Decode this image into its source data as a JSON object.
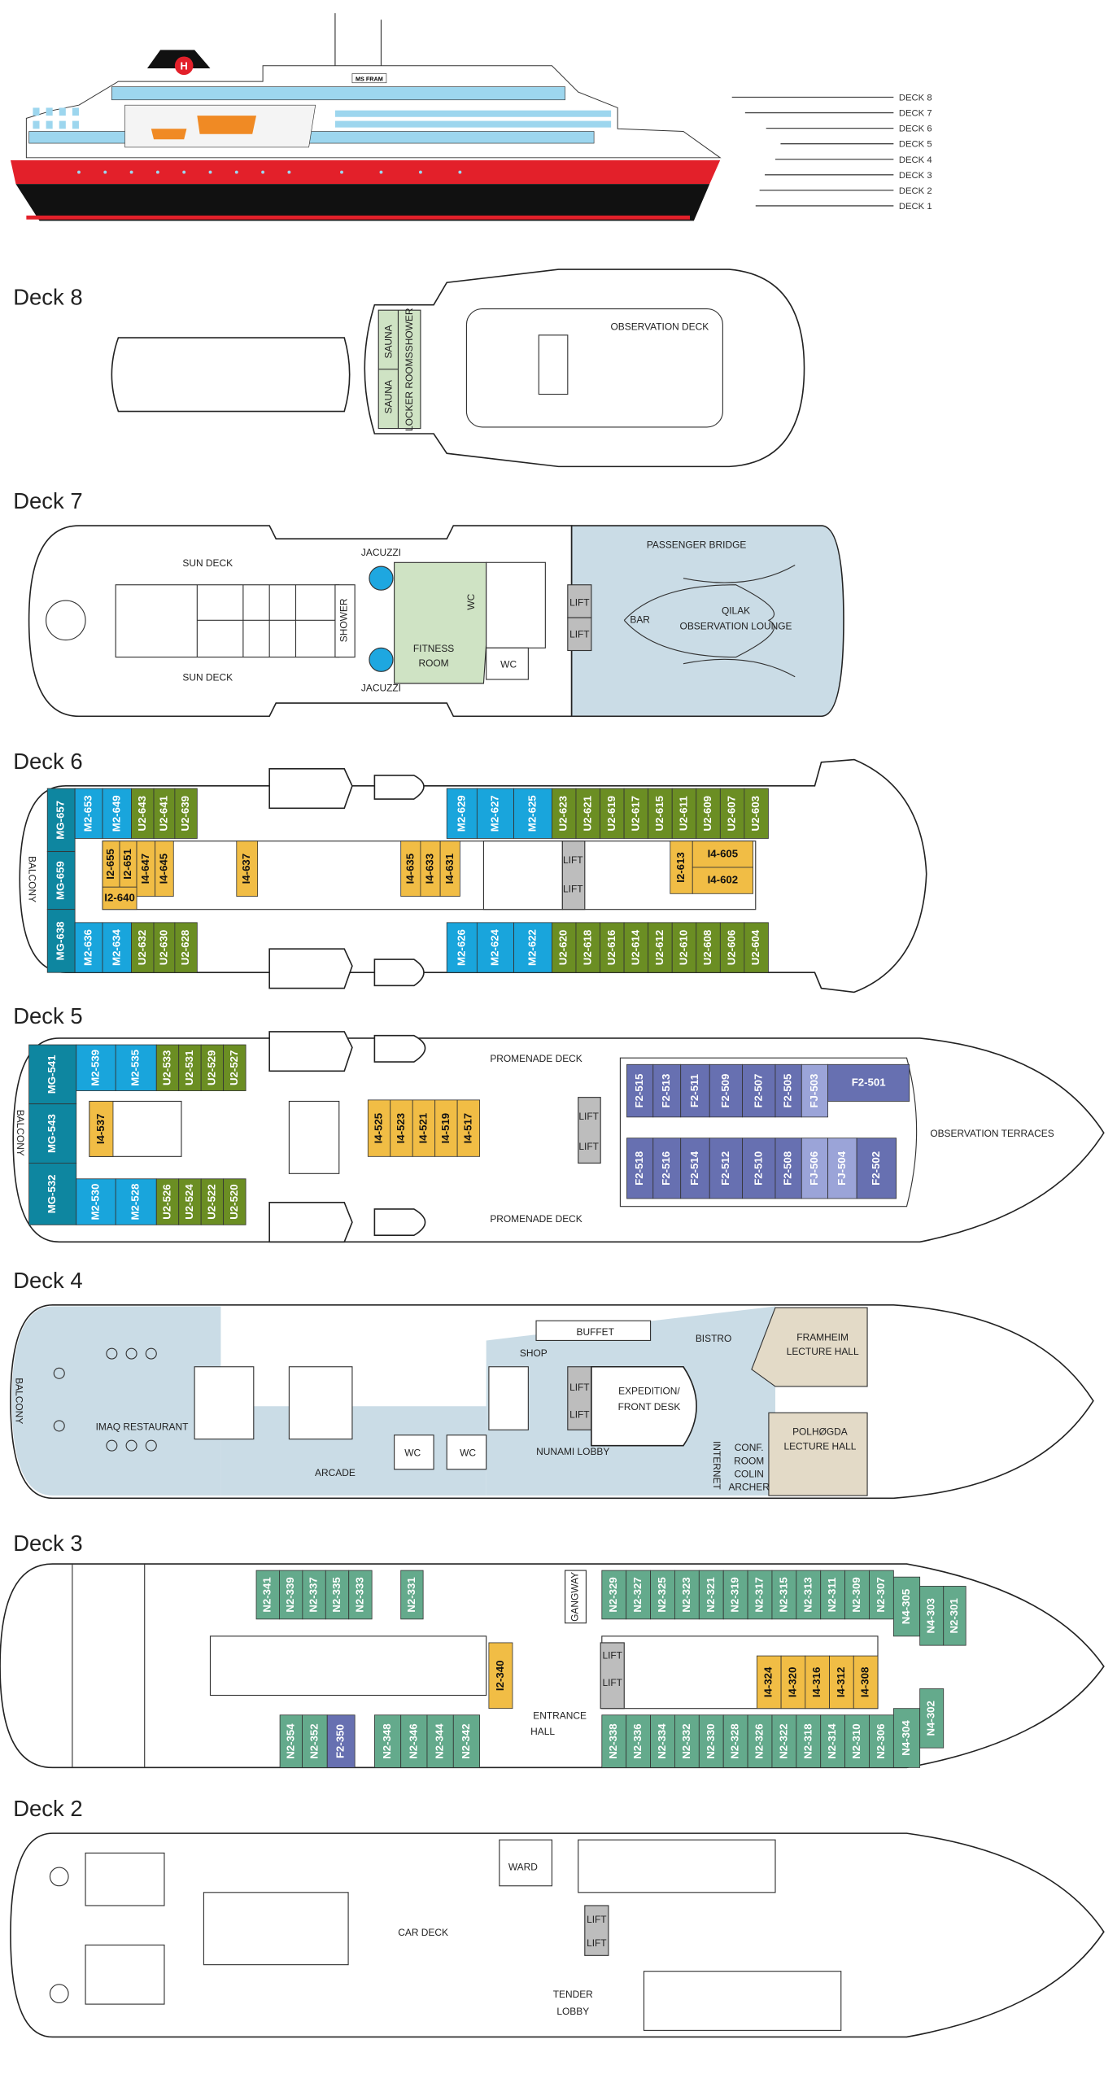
{
  "ship": {
    "name_plate": "MS FRAM",
    "deck_legend": [
      "DECK 8",
      "DECK 7",
      "DECK 6",
      "DECK 5",
      "DECK 4",
      "DECK 3",
      "DECK 2",
      "DECK 1"
    ]
  },
  "category_colors": {
    "MG": "#0e86a0",
    "M2": "#19a5dc",
    "U2": "#6b8e23",
    "I": "#f1bd45",
    "F2": "#6770b1",
    "FJ": "#9ba4d8",
    "N": "#64aa8c",
    "hull_red": "#e3202a",
    "window_blue": "#9dd6ee",
    "lifeboat_orange": "#f08a24"
  },
  "decks": {
    "deck8": {
      "title": "Deck 8",
      "labels": {
        "sauna_1": "SAUNA",
        "sauna_2": "SAUNA",
        "shower": "SHOWER",
        "locker_rooms": "LOCKER ROOMS",
        "observation_deck": "OBSERVATION DECK"
      }
    },
    "deck7": {
      "title": "Deck 7",
      "labels": {
        "sun_deck_top": "SUN DECK",
        "sun_deck_bottom": "SUN DECK",
        "jacuzzi_top": "JACUZZI",
        "jacuzzi_bottom": "JACUZZI",
        "shower": "SHOWER",
        "fitness_room": [
          "FITNESS",
          "ROOM"
        ],
        "wc_1": "WC",
        "wc_2": "WC",
        "lift_1": "LIFT",
        "lift_2": "LIFT",
        "passenger_bridge": "PASSENGER BRIDGE",
        "bar": "BAR",
        "lounge": [
          "QILAK",
          "OBSERVATION LOUNGE"
        ]
      }
    },
    "deck6": {
      "title": "Deck 6",
      "labels": {
        "balcony": "BALCONY",
        "lift_1": "LIFT",
        "lift_2": "LIFT"
      },
      "cabins": {
        "mg": [
          "MG-657",
          "MG-659",
          "MG-638"
        ],
        "top_aft": [
          "M2-653",
          "M2-649",
          "U2-643",
          "U2-641",
          "U2-639"
        ],
        "bot_aft": [
          "M2-636",
          "M2-634",
          "U2-632",
          "U2-630",
          "U2-628"
        ],
        "top_fwd": [
          "M2-629",
          "M2-627",
          "M2-625",
          "U2-623",
          "U2-621",
          "U2-619",
          "U2-617",
          "U2-615",
          "U2-611",
          "U2-609",
          "U2-607",
          "U2-603"
        ],
        "bot_fwd": [
          "M2-626",
          "M2-624",
          "M2-622",
          "U2-620",
          "U2-618",
          "U2-616",
          "U2-614",
          "U2-612",
          "U2-610",
          "U2-608",
          "U2-606",
          "U2-604"
        ],
        "inner": [
          "I2-655",
          "I2-651",
          "I4-647",
          "I4-645",
          "I2-640",
          "I4-637",
          "I4-635",
          "I4-633",
          "I4-631",
          "I2-613",
          "I4-605",
          "I4-602"
        ]
      }
    },
    "deck5": {
      "title": "Deck 5",
      "labels": {
        "balcony": "BALCONY",
        "promenade_top": "PROMENADE DECK",
        "promenade_bottom": "PROMENADE DECK",
        "observation_terraces": "OBSERVATION TERRACES",
        "lift_1": "LIFT",
        "lift_2": "LIFT"
      },
      "cabins": {
        "mg": [
          "MG-541",
          "MG-543",
          "MG-532"
        ],
        "top_aft": [
          "M2-539",
          "M2-535",
          "U2-533",
          "U2-531",
          "U2-529",
          "U2-527"
        ],
        "bot_aft": [
          "M2-530",
          "M2-528",
          "U2-526",
          "U2-524",
          "U2-522",
          "U2-520"
        ],
        "inner": [
          "I4-537",
          "I4-525",
          "I4-523",
          "I4-521",
          "I4-519",
          "I4-517"
        ],
        "f_top": [
          "F2-515",
          "F2-513",
          "F2-511",
          "F2-509",
          "F2-507",
          "F2-505",
          "FJ-503",
          "F2-501"
        ],
        "f_bot": [
          "F2-518",
          "F2-516",
          "F2-514",
          "F2-512",
          "F2-510",
          "F2-508",
          "FJ-506",
          "FJ-504",
          "F2-502"
        ]
      }
    },
    "deck4": {
      "title": "Deck 4",
      "labels": {
        "balcony": "BALCONY",
        "shop": "SHOP",
        "buffet": "BUFFET",
        "bistro": "BISTRO",
        "framheim": [
          "FRAMHEIM",
          "LECTURE HALL"
        ],
        "expedition": [
          "EXPEDITION/",
          "FRONT DESK"
        ],
        "lift_1": "LIFT",
        "lift_2": "LIFT",
        "imaq": "IMAQ RESTAURANT",
        "arcade": "ARCADE",
        "wc_1": "WC",
        "wc_2": "WC",
        "nunami": "NUNAMI LOBBY",
        "internet": "INTERNET",
        "conf": [
          "CONF.",
          "ROOM",
          "COLIN",
          "ARCHER"
        ],
        "polhogda": [
          "POLHØGDA",
          "LECTURE HALL"
        ]
      }
    },
    "deck3": {
      "title": "Deck 3",
      "labels": {
        "gangway": "GANGWAY",
        "entrance_hall": [
          "ENTRANCE",
          "HALL"
        ],
        "lift_1": "LIFT",
        "lift_2": "LIFT"
      },
      "cabins": {
        "top_aft": [
          "N2-341",
          "N2-339",
          "N2-337",
          "N2-335",
          "N2-333",
          "N2-331"
        ],
        "top_fwd": [
          "N2-329",
          "N2-327",
          "N2-325",
          "N2-323",
          "N2-321",
          "N2-319",
          "N2-317",
          "N2-315",
          "N2-313",
          "N2-311",
          "N2-309",
          "N2-307"
        ],
        "bow_top": [
          "N4-305",
          "N4-303",
          "N2-301"
        ],
        "bot_aft": [
          "N2-354",
          "N2-352",
          "F2-350",
          "N2-348",
          "N2-346",
          "N2-344",
          "N2-342"
        ],
        "bot_fwd": [
          "N2-338",
          "N2-336",
          "N2-334",
          "N2-332",
          "N2-330",
          "N2-328",
          "N2-326",
          "N2-322",
          "N2-318",
          "N2-314",
          "N2-310",
          "N2-306"
        ],
        "bow_bot": [
          "N4-304",
          "N4-302"
        ],
        "inner": [
          "I2-340",
          "I4-324",
          "I4-320",
          "I4-316",
          "I4-312",
          "I4-308"
        ]
      }
    },
    "deck2": {
      "title": "Deck 2",
      "labels": {
        "ward": "WARD",
        "car_deck": "CAR DECK",
        "lift_1": "LIFT",
        "lift_2": "LIFT",
        "tender_lobby": [
          "TENDER",
          "LOBBY"
        ]
      }
    }
  }
}
